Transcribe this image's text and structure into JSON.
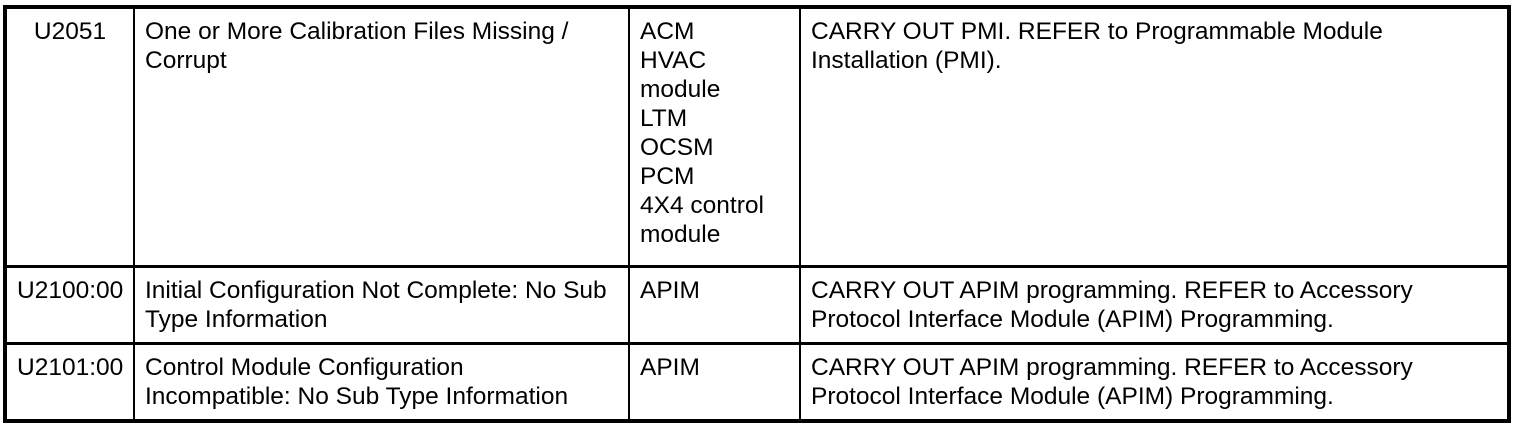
{
  "colors": {
    "border": "#000000",
    "background": "#ffffff",
    "text": "#000000"
  },
  "table": {
    "rows": [
      {
        "code": "U2051",
        "description": "One or More Calibration Files Missing /\nCorrupt",
        "modules": [
          "ACM",
          "HVAC module",
          "LTM",
          "OCSM",
          "PCM",
          "4X4 control module"
        ],
        "action": "CARRY OUT PMI. REFER to Programmable Module\nInstallation (PMI)."
      },
      {
        "code": "U2100:00",
        "description": "Initial Configuration Not Complete: No Sub\nType Information",
        "modules": [
          "APIM"
        ],
        "action": "CARRY OUT APIM programming. REFER to Accessory\nProtocol Interface Module (APIM) Programming."
      },
      {
        "code": "U2101:00",
        "description": "Control Module Configuration\nIncompatible: No Sub Type Information",
        "modules": [
          "APIM"
        ],
        "action": "CARRY OUT APIM programming. REFER to Accessory\nProtocol Interface Module (APIM) Programming."
      }
    ]
  }
}
